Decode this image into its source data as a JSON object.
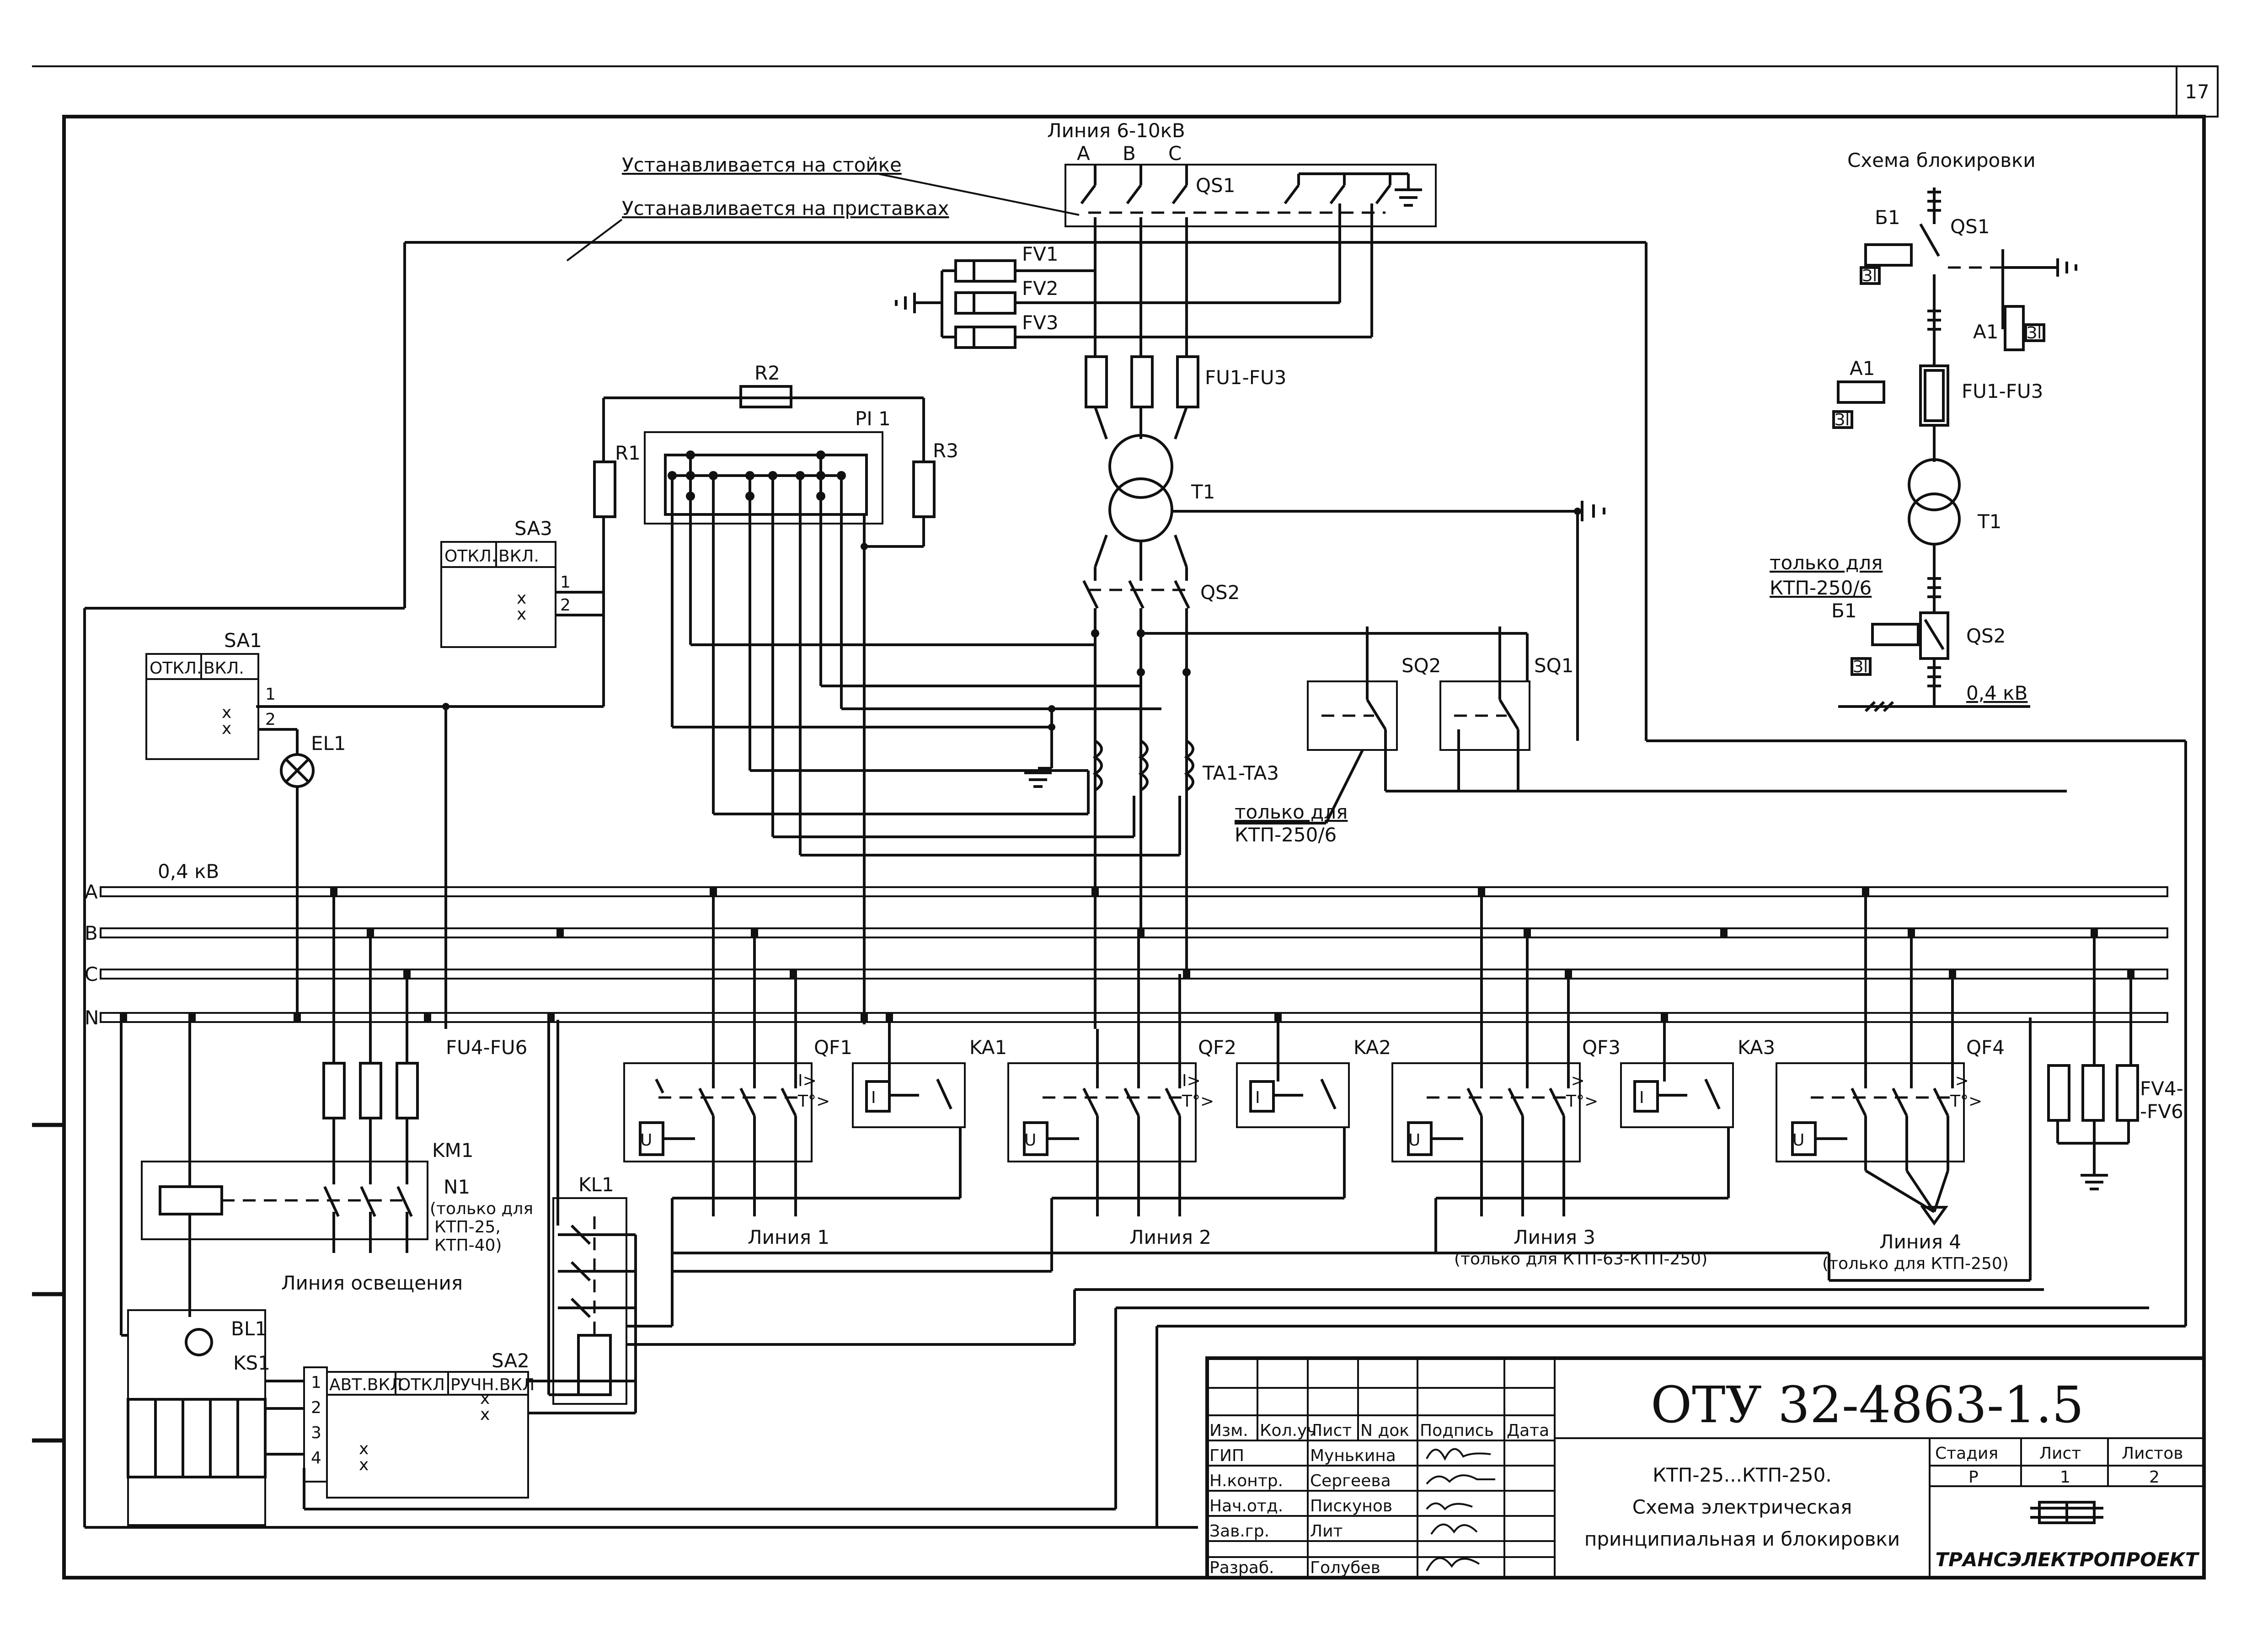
{
  "sheet": {
    "page_number": "17"
  },
  "labels": {
    "line_6_10": "Линия 6-10кВ",
    "phase_a": "A",
    "phase_b": "B",
    "phase_c": "C",
    "qs1": "QS1",
    "mounted_rack": "Устанавливается на стойке",
    "mounted_attach": "Устанавливается на приставках",
    "fv1": "FV1",
    "fv2": "FV2",
    "fv3": "FV3",
    "fu1_fu3": "FU1-FU3",
    "r2": "R2",
    "r1": "R1",
    "r3": "R3",
    "pi1": "PI 1",
    "t1": "T1",
    "qs2": "QS2",
    "sa3": "SA3",
    "sa1": "SA1",
    "off": "ОТКЛ.",
    "on": "ВКЛ.",
    "pin1": "1",
    "pin2": "2",
    "pin3": "3",
    "pin4": "4",
    "el1": "EL1",
    "ta": "TA1-TA3",
    "sq2": "SQ2",
    "sq1": "SQ1",
    "only_250_6": "только для",
    "ktp_250_6": "КТП-250/6",
    "v04": "0,4 кВ",
    "bus_a": "A",
    "bus_b": "B",
    "bus_c": "C",
    "bus_n": "N",
    "fu4_fu6": "FU4-FU6",
    "qf1": "QF1",
    "qf2": "QF2",
    "qf3": "QF3",
    "qf4": "QF4",
    "ka1": "KA1",
    "ka2": "KA2",
    "ka3": "KA3",
    "fv4": "FV4-",
    "fv6": "-FV6",
    "km1": "KM1",
    "n1": "N1",
    "n1_note1": "(только для",
    "n1_note2": "КТП-25,",
    "n1_note3": "КТП-40)",
    "kl1": "KL1",
    "line1": "Линия   1",
    "line2": "Линия   2",
    "line3": "Линия   3",
    "line3_note": "(только для КТП-63-КТП-250)",
    "line4": "Линия  4",
    "line4_note": "(только для КТП-250)",
    "lighting": "Линия освещения",
    "bl1": "BL1",
    "ks1": "KS1",
    "sa2": "SA2",
    "auto_on": "АВТ.ВКЛ",
    "off2": "ОТКЛ",
    "manual_on": "РУЧН.ВКЛ",
    "u": "U",
    "i": "I",
    "i_gt": "I>",
    "t_deg": "T°>",
    "x_mark": "x"
  },
  "interlock": {
    "title": "Схема блокировки",
    "b1": "Б1",
    "qs1": "QS1",
    "a1": "A1",
    "fu": "FU1-FU3",
    "t1": "T1",
    "note1": "только для",
    "note2": "КТП-250/6",
    "qs2": "QS2",
    "v04": "0,4 кВ",
    "lock_label": "Зl"
  },
  "title_block": {
    "doc_code": "ОТУ  32-4863-1.5",
    "header_cols": [
      "Изм.",
      "Кол.уч",
      "Лист",
      "N док",
      "Подпись",
      "Дата"
    ],
    "roles": [
      "ГИП",
      "Н.контр.",
      "Нач.отд.",
      "Зав.гр.",
      "Разраб."
    ],
    "names": [
      "Мунькина",
      "Сергеева",
      "Пискунов",
      "Лит",
      "Голубев"
    ],
    "description_l1": "КТП-25...КТП-250.",
    "description_l2": "Схема электрическая",
    "description_l3": "принципиальная и блокировки",
    "stage_label": "Стадия",
    "sheet_label": "Лист",
    "sheets_label": "Листов",
    "stage": "Р",
    "sheet": "1",
    "sheets": "2",
    "company": "ТРАНСЭЛЕКТРОПРОЕКТ"
  }
}
